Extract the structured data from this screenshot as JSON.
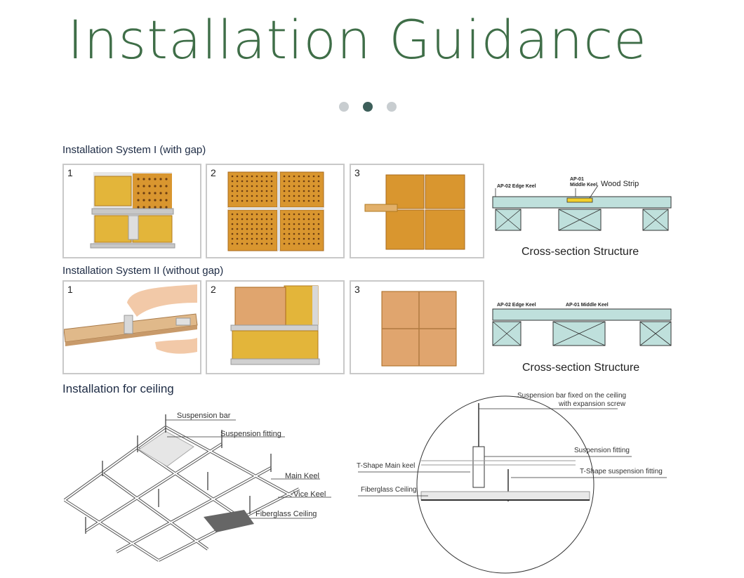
{
  "page": {
    "title": "Installation Guidance"
  },
  "carousel": {
    "dots": 3,
    "active_index": 1
  },
  "system1": {
    "label": "Installation System I (with gap)",
    "steps": [
      "1",
      "2",
      "3"
    ],
    "cross_section": {
      "edge_keel": "AP-02 Edge Keel",
      "middle_keel_code": "AP-01",
      "middle_keel": "Middle Keel",
      "wood_strip": "Wood Strip",
      "caption": "Cross-section Structure"
    }
  },
  "system2": {
    "label": "Installation System II (without gap)",
    "steps": [
      "1",
      "2",
      "3"
    ],
    "cross_section": {
      "edge_keel": "AP-02 Edge Keel",
      "middle_keel": "AP-01 Middle Keel",
      "caption": "Cross-section Structure"
    }
  },
  "ceiling": {
    "label": "Installation for ceiling",
    "grid_labels": {
      "suspension_bar": "Suspension bar",
      "suspension_fitting": "Suspension fitting",
      "main_keel": "Main Keel",
      "vice_keel": "Vice Keel",
      "fiberglass_ceiling": "Fiberglass Ceiling"
    },
    "detail_labels": {
      "bar_fixed_line1": "Suspension bar fixed on the ceiling",
      "bar_fixed_line2": "with expansion screw",
      "suspension_fitting": "Suspension fitting",
      "t_shape_main_keel": "T-Shape Main keel",
      "t_shape_suspension_fitting": "T-Shape suspension fitting",
      "fiberglass_ceiling": "Fiberglass Ceiling"
    }
  },
  "colors": {
    "title": "#3f6e48",
    "dot_active": "#3d5f5a",
    "dot_inactive": "#c8cdd0",
    "panel_wood": "#d9a24a",
    "panel_wood_dark": "#c98a3a",
    "keel_fill": "#bfe0dc"
  }
}
